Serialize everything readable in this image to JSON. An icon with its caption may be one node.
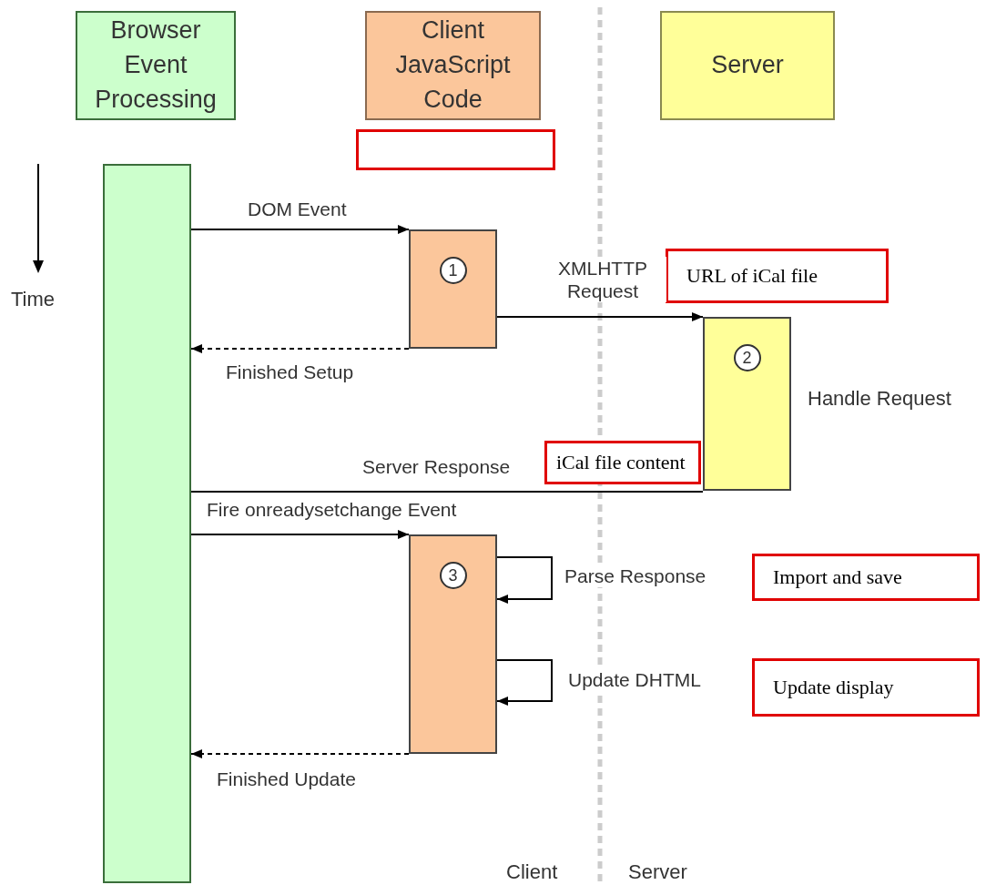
{
  "diagram": {
    "nodes": [
      {
        "text": [
          "Browser Event Processing"
        ]
      },
      {
        "text": [
          "Client JavaScript Code"
        ]
      },
      {
        "text": [
          "Server"
        ]
      },
      {
        "text": [],
        "shape": "box"
      },
      {
        "text": [],
        "shape": "bar"
      },
      {
        "text": [
          "1"
        ]
      },
      {
        "text": [
          "2"
        ],
        "beside": [
          "Handle Request"
        ]
      },
      {
        "text": [
          "3"
        ]
      },
      {
        "text": [
          "URL of iCal file"
        ]
      },
      {
        "text": [
          "iCal file content"
        ]
      },
      {
        "text": [
          "Import and save"
        ]
      },
      {
        "text": [
          "Update display"
        ]
      }
    ],
    "edges": [
      {
        "from": 4,
        "to": 5,
        "arrow": "to",
        "label": "DOM Event"
      },
      {
        "from": 5,
        "to": 6,
        "arrow": "to",
        "label": "XMLHTTP Request"
      },
      {
        "from": 5,
        "to": 4,
        "arrow": "to",
        "label": "Finished Setup",
        "style": "dashed"
      },
      {
        "from": 6,
        "to": 4,
        "arrow": "none",
        "label": "Server Response"
      },
      {
        "from": 4,
        "to": 7,
        "arrow": "to",
        "label": "Fire onreadysetchange Event"
      },
      {
        "from": 7,
        "to": 7,
        "arrow": "to",
        "label": "Parse Response"
      },
      {
        "from": 7,
        "to": 7,
        "arrow": "to",
        "label": "Update DHTML"
      },
      {
        "from": 7,
        "to": 4,
        "arrow": "to",
        "label": "Finished Update",
        "style": "dashed"
      }
    ],
    "labels": [
      "Time",
      "Client",
      "Server"
    ]
  }
}
